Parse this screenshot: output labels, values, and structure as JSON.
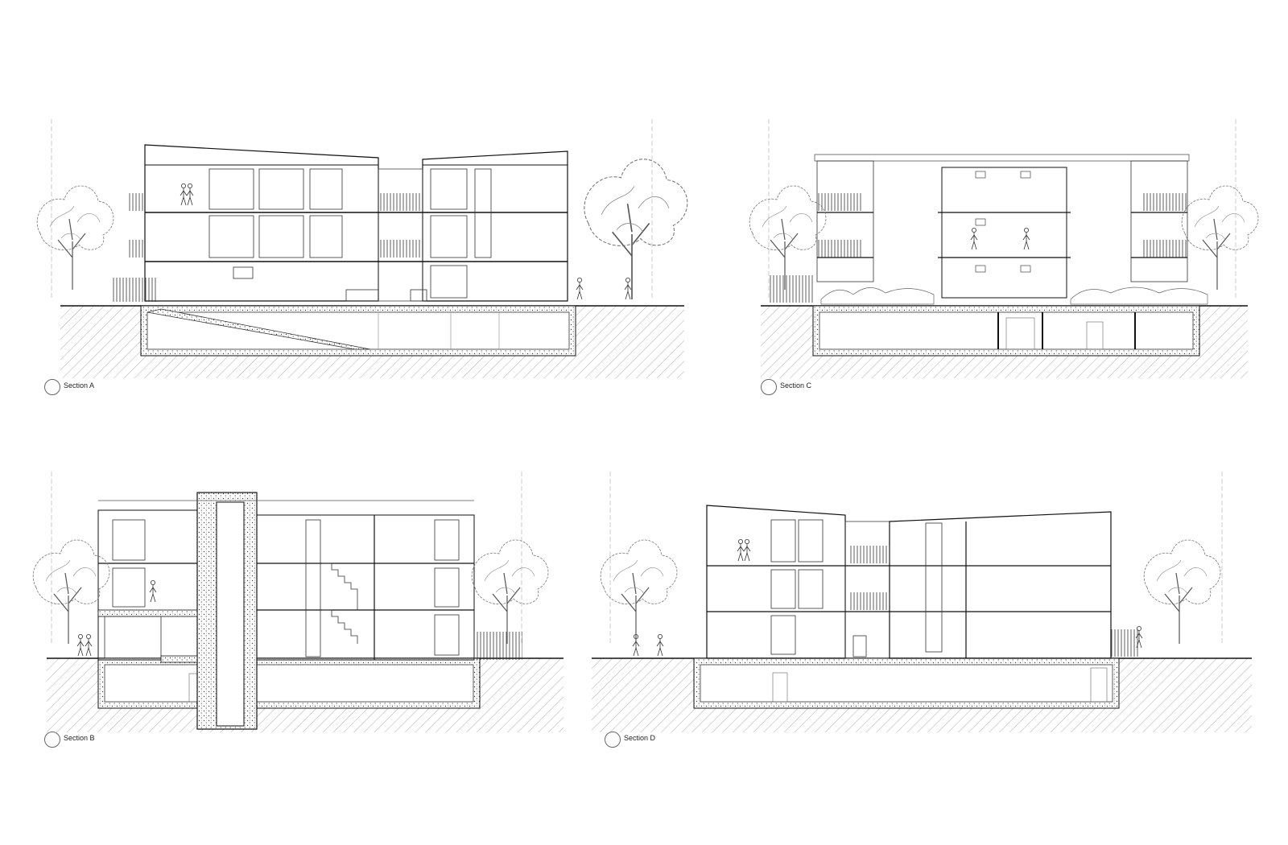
{
  "sections": [
    {
      "id": "A",
      "label": "Section A"
    },
    {
      "id": "C",
      "label": "Section C"
    },
    {
      "id": "B",
      "label": "Section B"
    },
    {
      "id": "D",
      "label": "Section D"
    }
  ]
}
